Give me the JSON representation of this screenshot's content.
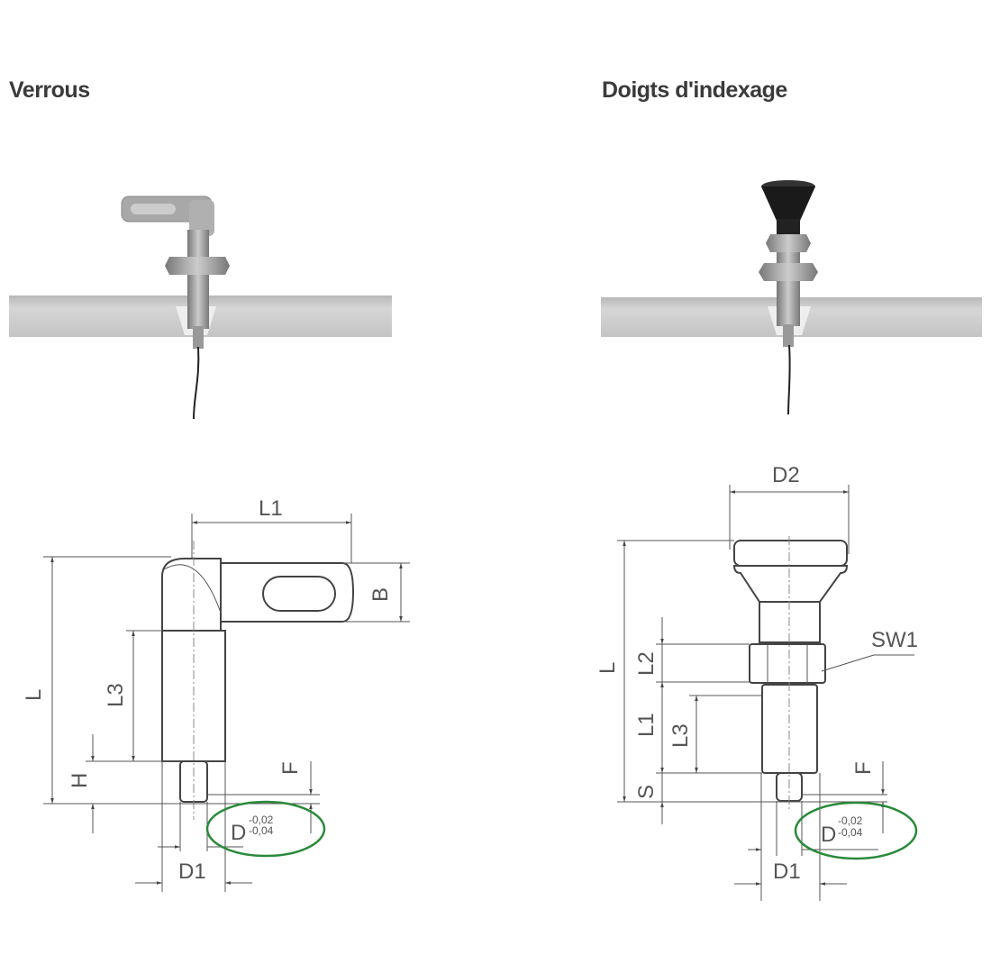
{
  "sections": [
    {
      "title": "Verrous"
    },
    {
      "title": "Doigts d'indexage"
    }
  ],
  "left_drawing": {
    "labels": {
      "L1": "L1",
      "B": "B",
      "L": "L",
      "L3": "L3",
      "H": "H",
      "F": "F",
      "D1": "D1",
      "D": "D"
    },
    "tolerance": {
      "upper": "-0,02",
      "lower": "-0,04"
    }
  },
  "right_drawing": {
    "labels": {
      "D2": "D2",
      "SW1": "SW1",
      "L": "L",
      "L2": "L2",
      "L1": "L1",
      "L3": "L3",
      "S": "S",
      "F": "F",
      "D1": "D1",
      "D": "D"
    },
    "tolerance": {
      "upper": "-0,02",
      "lower": "-0,04"
    }
  },
  "colors": {
    "highlight": "#2a8a3a",
    "text": "#3a3a3a"
  }
}
